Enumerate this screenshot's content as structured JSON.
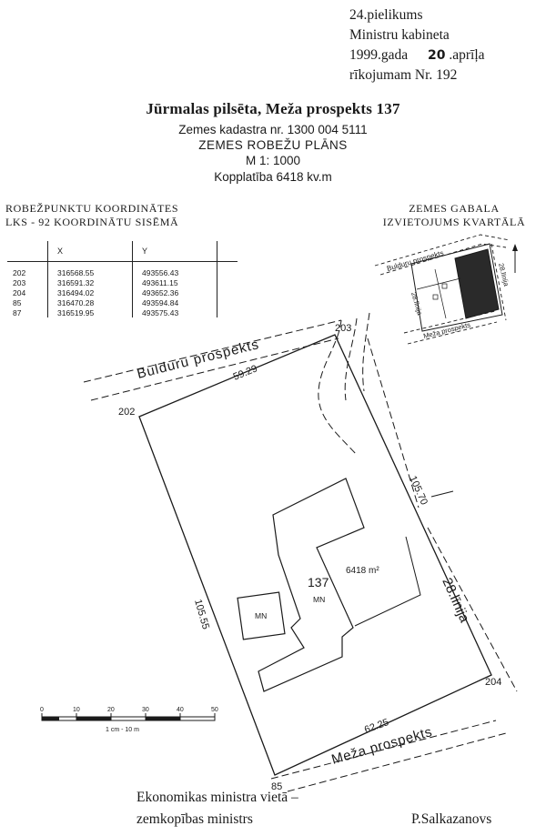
{
  "annex": {
    "line1": "24.pielikums",
    "line2": "Ministru kabineta",
    "year_text": "1999.gada",
    "day": "20",
    "month": ".aprīļa",
    "order_label": "rīkojumam Nr.",
    "order_no": "192"
  },
  "header": {
    "title": "Jūrmalas pilsēta, Meža prospekts 137",
    "cadastre": "Zemes kadastra nr. 1300 004 5111",
    "plan_title": "ZEMES ROBEŽU PLĀNS",
    "scale": "M 1: 1000",
    "area_text": "Kopplatība 6418 kv.m"
  },
  "coords": {
    "title_line1": "ROBEŽPUNKTU KOORDINĀTES",
    "title_line2": "LKS - 92 KOORDINĀTU SISĒMĀ",
    "col_x": "X",
    "col_y": "Y",
    "rows": [
      {
        "pt": "202",
        "x": "316568.55",
        "y": "493556.43"
      },
      {
        "pt": "203",
        "x": "316591.32",
        "y": "493611.15"
      },
      {
        "pt": "204",
        "x": "316494.02",
        "y": "493652.36"
      },
      {
        "pt": "85",
        "x": "316470.28",
        "y": "493594.84"
      },
      {
        "pt": "87",
        "x": "316519.95",
        "y": "493575.43"
      }
    ]
  },
  "location": {
    "title_line1": "ZEMES GABALA",
    "title_line2": "IZVIETOJUMS KVARTĀLĀ",
    "street_bulduru": "Bulduru prospekts",
    "street_28": "28.līnija",
    "street_meza": "Meža prospekts"
  },
  "plan": {
    "pt_202": "202",
    "pt_203": "203",
    "pt_204": "204",
    "pt_85": "85",
    "len_top": "59.29",
    "len_right": "105.70",
    "len_left": "105.55",
    "len_bottom": "62.25",
    "street_bulduru": "Bulduru prospekts",
    "street_28": "28.līnija",
    "street_meza": "Meža prospekts",
    "house_no": "137",
    "house_mark": "MN",
    "shed_mark": "MN",
    "area": "6418 m²"
  },
  "scalebar": {
    "ticks": [
      "0",
      "10",
      "20",
      "30",
      "40",
      "50"
    ],
    "caption": "1 cm - 10 m"
  },
  "footer": {
    "line1": "Ekonomikas ministra vietā –",
    "line2": "zemkopības ministrs",
    "signer": "P.Salkazanovs"
  },
  "colors": {
    "ink": "#1a1a1a",
    "paper": "#ffffff"
  }
}
